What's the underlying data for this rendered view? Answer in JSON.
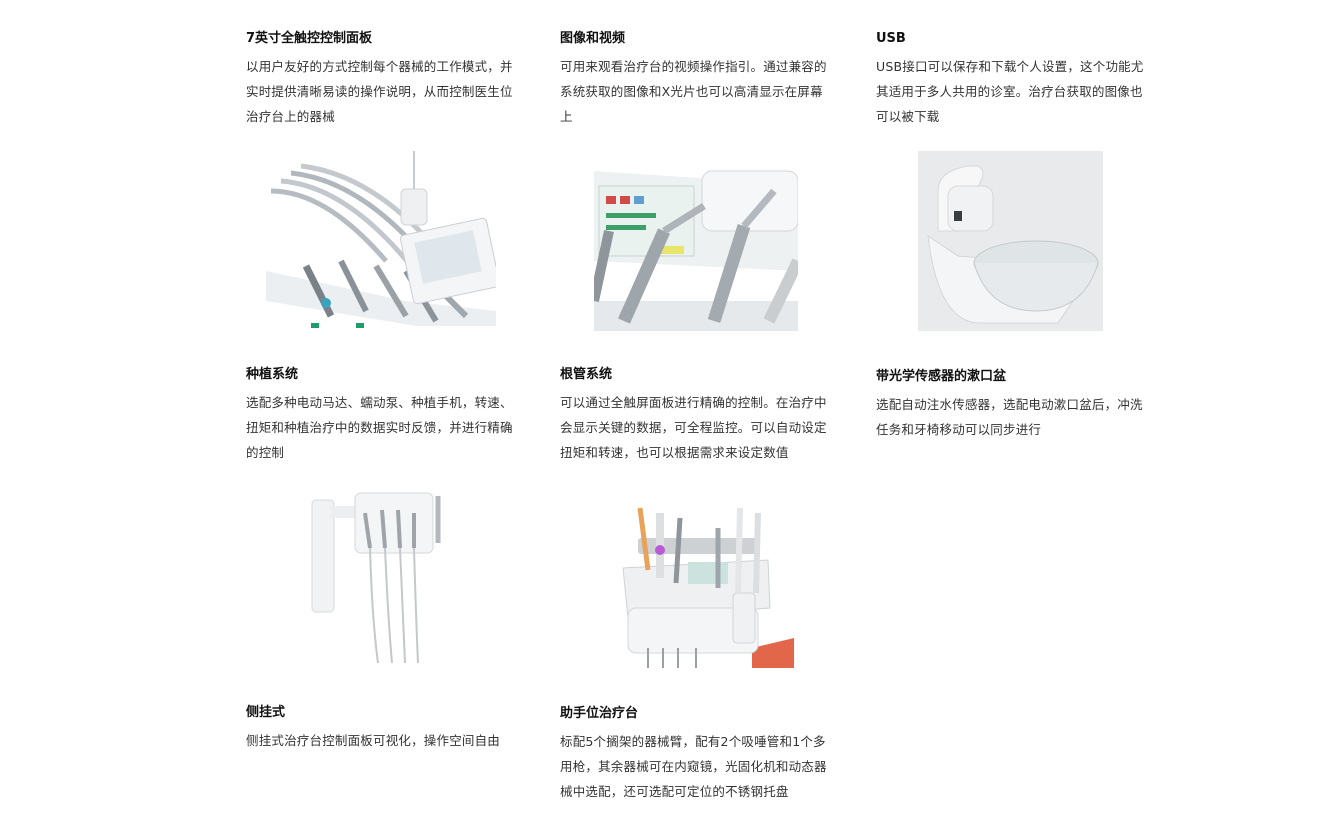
{
  "features": [
    {
      "title": "7英寸全触控控制面板",
      "desc": "以用户友好的方式控制每个器械的工作模式，并实时提供清晰易读的操作说明，从而控制医生位治疗台上的器械",
      "image": "dental-instrument-panel-photo"
    },
    {
      "title": "图像和视频",
      "desc": "可用来观看治疗台的视频操作指引。通过兼容的系统获取的图像和X光片也可以高清显示在屏幕上",
      "image": "handpiece-display-photo"
    },
    {
      "title": "USB",
      "desc": "USB接口可以保存和下载个人设置，这个功能尤其适用于多人共用的诊室。治疗台获取的图像也可以被下载",
      "image": "spittoon-bowl-photo"
    },
    {
      "title": "种植系统",
      "desc": "选配多种电动马达、蠕动泵、种植手机，转速、扭矩和种植治疗中的数据实时反馈，并进行精确的控制",
      "image": "side-hanging-panel-photo"
    },
    {
      "title": "根管系统",
      "desc": "可以通过全触屏面板进行精确的控制。在治疗中会显示关键的数据，可全程监控。可以自动设定扭矩和转速，也可以根据需求来设定数值",
      "image": "assistant-tray-photo"
    },
    {
      "title": "带光学传感器的漱口盆",
      "desc": "选配自动注水传感器，选配电动漱口盆后，冲洗任务和牙椅移动可以同步进行"
    },
    {
      "title": "侧挂式",
      "desc": "侧挂式治疗台控制面板可视化，操作空间自由"
    },
    {
      "title": "助手位治疗台",
      "desc": "标配5个搁架的器械臂，配有2个吸唾管和1个多用枪，其余器械可在内窥镜，光固化机和动态器械中选配，还可选配可定位的不锈钢托盘"
    }
  ]
}
